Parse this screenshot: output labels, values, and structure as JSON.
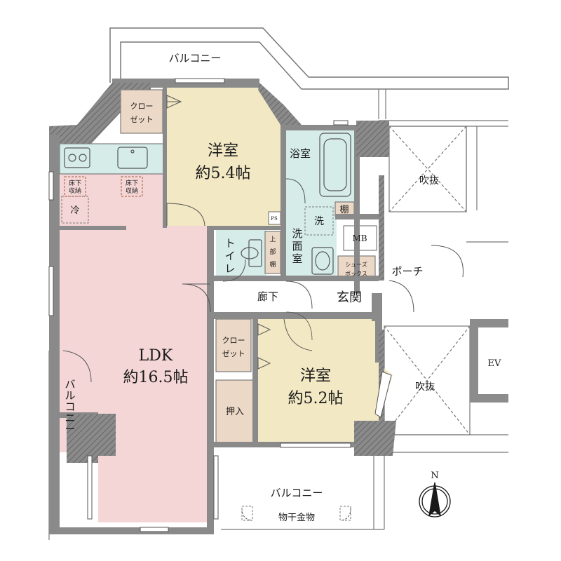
{
  "rooms": {
    "western1_name": "洋室",
    "western1_size": "約5.4帖",
    "western2_name": "洋室",
    "western2_size": "約5.2帖",
    "ldk_name": "LDK",
    "ldk_size": "約16.5帖",
    "bathroom": "浴室",
    "washroom_c1": "洗",
    "washroom_c2": "面",
    "washroom_c3": "室",
    "toilet_c1": "ト",
    "toilet_c2": "イ",
    "toilet_c3": "レ",
    "hallway": "廊下",
    "entrance": "玄関",
    "porch": "ポーチ"
  },
  "storage": {
    "closet1_line1": "クロー",
    "closet1_line2": "ゼット",
    "closet2_line1": "クロー",
    "closet2_line2": "ゼット",
    "oshiire": "押入",
    "shelf": "棚",
    "shoes_line1": "シューズ",
    "shoes_line2": "ボックス",
    "underfloor1_line1": "床下",
    "underfloor1_line2": "収納",
    "underfloor2_line1": "床下",
    "underfloor2_line2": "収納",
    "fridge": "冷",
    "washer": "洗",
    "upper_shelf_c1": "上",
    "upper_shelf_c2": "部",
    "upper_shelf_c3": "棚",
    "ps": "PS",
    "mb": "MB"
  },
  "exterior": {
    "balcony_top": "バルコニー",
    "balcony_left_c1": "バ",
    "balcony_left_c2": "ル",
    "balcony_left_c3": "コ",
    "balcony_left_c4": "ニ",
    "balcony_left_c5": "ー",
    "balcony_bottom": "バルコニー",
    "drying_hardware": "物干金物",
    "void_upper": "吹抜",
    "void_lower": "吹抜",
    "elevator": "EV"
  },
  "compass": {
    "north": "N"
  },
  "colors": {
    "wall": "#888888",
    "ldk": "#f4d6d6",
    "western": "#f2e8c4",
    "wet_area": "#d6ece9",
    "storage": "#ecd8c6"
  }
}
